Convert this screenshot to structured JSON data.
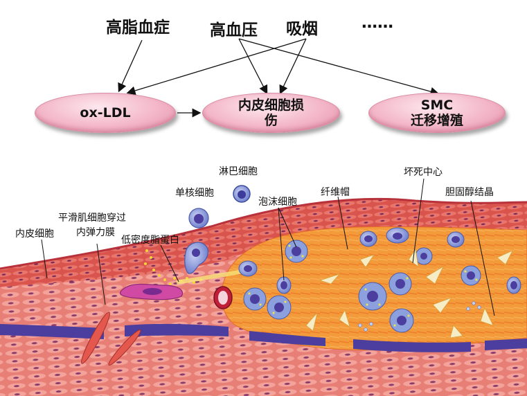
{
  "risk_factors": {
    "hyperlipidemia": "高脂血症",
    "hypertension": "高血压",
    "smoking": "吸烟",
    "more": "……"
  },
  "ovals": {
    "oxldl": "ox-LDL",
    "endothelial_injury_line1": "内皮细胞损",
    "endothelial_injury_line2": "伤",
    "smc_line1": "SMC",
    "smc_line2": "迁移增殖"
  },
  "annotations": {
    "endothelial_cell": "内皮细胞",
    "smc_crossing_line1": "平滑肌细胞穿过",
    "smc_crossing_line2": "内弹力膜",
    "monocyte": "单核细胞",
    "lymphocyte": "淋巴细胞",
    "ldl": "低密度脂蛋白",
    "foam_cell": "泡沫细胞",
    "fibrous_cap": "纤维帽",
    "necrotic_core": "坏死中心",
    "cholesterol_crystal": "胆固醇结晶"
  },
  "colors": {
    "oval_fill": "#f3b6c8",
    "vessel_pink": "#e8847a",
    "vessel_red": "#c93b3b",
    "elastic_membrane": "#4b3e9e",
    "necrotic_orange": "#f39a3a",
    "crystal": "#f6edc6",
    "cell_blue": "#5a6ec8"
  }
}
